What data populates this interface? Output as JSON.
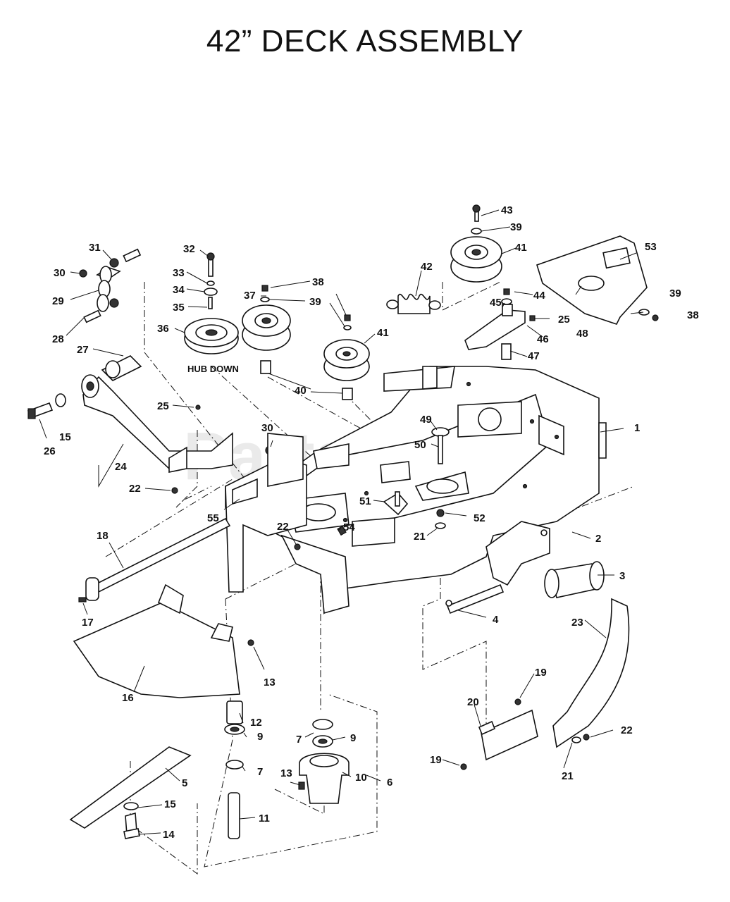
{
  "title": "42” DECK ASSEMBLY",
  "watermark": "PartsTree",
  "notes": {
    "hub_down": "HUB DOWN"
  },
  "callouts": [
    "1",
    "2",
    "3",
    "4",
    "5",
    "6",
    "7",
    "7",
    "9",
    "9",
    "10",
    "11",
    "12",
    "13",
    "13",
    "14",
    "15",
    "15",
    "16",
    "17",
    "18",
    "19",
    "19",
    "20",
    "21",
    "21",
    "22",
    "22",
    "22",
    "23",
    "24",
    "25",
    "25",
    "26",
    "27",
    "28",
    "29",
    "30",
    "30",
    "31",
    "32",
    "33",
    "34",
    "35",
    "36",
    "37",
    "38",
    "38",
    "39",
    "39",
    "39",
    "40",
    "41",
    "41",
    "42",
    "43",
    "44",
    "45",
    "46",
    "47",
    "48",
    "49",
    "50",
    "51",
    "52",
    "53",
    "54",
    "55"
  ]
}
